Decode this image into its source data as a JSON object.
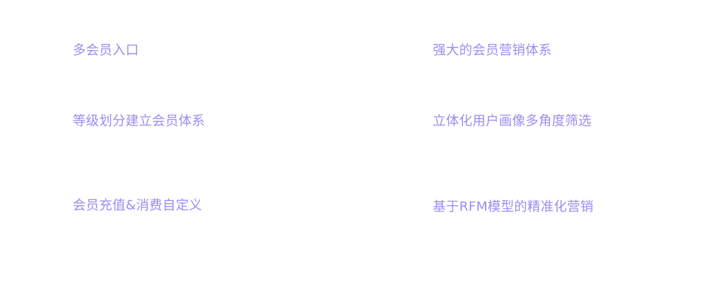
{
  "features": {
    "left": [
      "多会员入口",
      "等级划分建立会员体系",
      "会员充值&消费自定义"
    ],
    "right": [
      "强大的会员营销体系",
      "立体化用户画像多角度筛选",
      "基于RFM模型的精准化营销"
    ]
  },
  "colors": {
    "accent": "#9d8cf2"
  }
}
